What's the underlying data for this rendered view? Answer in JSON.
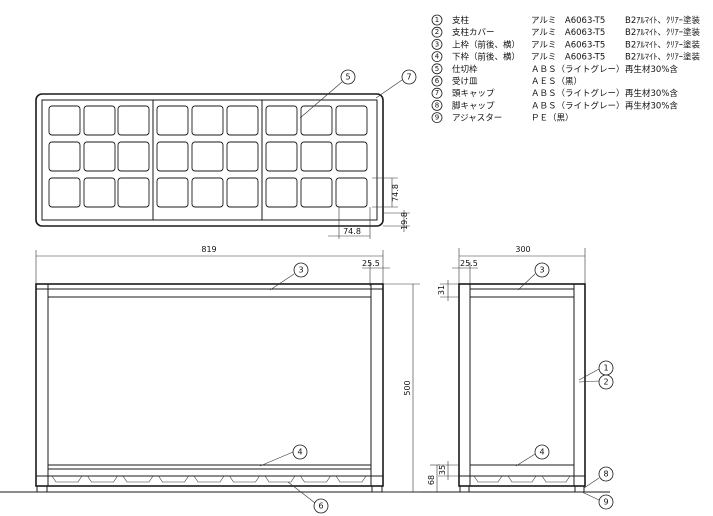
{
  "parts": [
    {
      "num": "1",
      "name": "支柱",
      "material": "アルミ　A6063-T5",
      "finish": "B2ｱﾙﾏｲﾄ、ｸﾘｱｰ塗装"
    },
    {
      "num": "2",
      "name": "支柱カバー",
      "material": "アルミ　A6063-T5",
      "finish": "B2ｱﾙﾏｲﾄ、ｸﾘｱｰ塗装"
    },
    {
      "num": "3",
      "name": "上枠（前後、横）",
      "material": "アルミ　A6063-T5",
      "finish": "B2ｱﾙﾏｲﾄ、ｸﾘｱｰ塗装"
    },
    {
      "num": "4",
      "name": "下枠（前後、横）",
      "material": "アルミ　A6063-T5",
      "finish": "B2ｱﾙﾏｲﾄ、ｸﾘｱｰ塗装"
    },
    {
      "num": "5",
      "name": "仕切枠",
      "material": "ＡＢＳ（ライトグレー）",
      "finish": "再生材30%含"
    },
    {
      "num": "6",
      "name": "受け皿",
      "material": "ＡＥＳ（黒）",
      "finish": ""
    },
    {
      "num": "7",
      "name": "頭キャップ",
      "material": "ＡＢＳ（ライトグレー）",
      "finish": "再生材30%含"
    },
    {
      "num": "8",
      "name": "脚キャップ",
      "material": "ＡＢＳ（ライトグレー）",
      "finish": "再生材30%含"
    },
    {
      "num": "9",
      "name": "アジャスター",
      "material": "ＰＥ（黒）",
      "finish": ""
    }
  ],
  "dimensions": {
    "cell_w": "74.8",
    "cell_h": "74.8",
    "edge": "19.8",
    "width": "819",
    "depth": "300",
    "post_front": "25.5",
    "post_side": "25.5",
    "frame_h": "31",
    "height": "500",
    "bottom_h": "35",
    "foot_h": "68"
  },
  "callouts": {
    "top_divider": "5",
    "top_headcap": "7",
    "front_upper": "3",
    "front_lower": "4",
    "front_tray": "6",
    "side_upper": "3",
    "side_lower": "4",
    "side_post": "1",
    "side_cover": "2",
    "side_footcap": "8",
    "side_adjuster": "9"
  }
}
